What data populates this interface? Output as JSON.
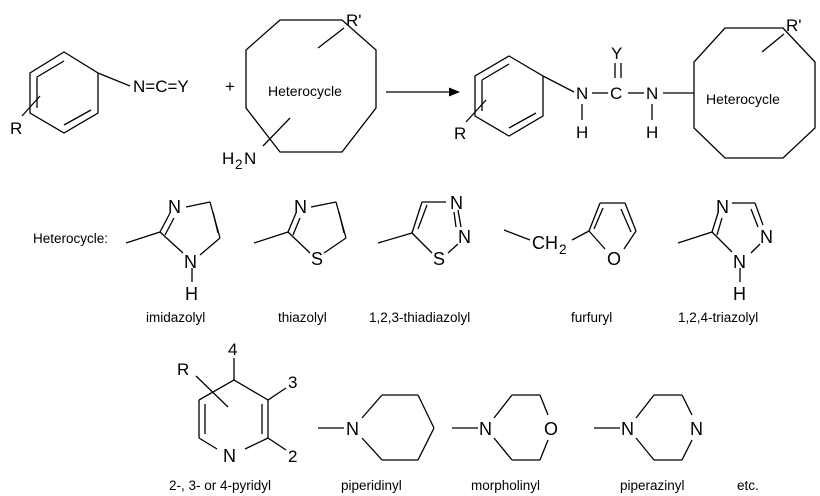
{
  "reaction": {
    "reactant_substituent": "R",
    "isocyanate": "N=C=Y",
    "plus": "+",
    "heterocycle_label": "Heterocycle",
    "ring_substituent": "R'",
    "amine_H": "H",
    "amine_sub": "2",
    "amine_N": "N"
  },
  "product": {
    "substituent": "R",
    "N_left": "N",
    "H_left": "H",
    "carbon": "C",
    "Y": "Y",
    "N_right": "N",
    "H_right": "H",
    "heterocycle_label": "Heterocycle",
    "ring_substituent": "R'"
  },
  "heterocycle_caption": "Heterocycle:",
  "heterocycles": [
    {
      "name": "imidazolyl",
      "atoms": [
        "N",
        "N",
        "H"
      ]
    },
    {
      "name": "thiazolyl",
      "atoms": [
        "N",
        "S"
      ]
    },
    {
      "name": "1,2,3-thiadiazolyl",
      "atoms": [
        "N",
        "N",
        "S"
      ]
    },
    {
      "name": "furfuryl",
      "atoms": [
        "CH",
        "2",
        "O"
      ]
    },
    {
      "name": "1,2,4-triazolyl",
      "atoms": [
        "N",
        "N",
        "N",
        "H"
      ]
    }
  ],
  "row3": [
    {
      "name": "2-, 3- or 4-pyridyl",
      "atoms": [
        "R",
        "4",
        "3",
        "N",
        "2"
      ]
    },
    {
      "name": "piperidinyl",
      "atoms": [
        "N"
      ]
    },
    {
      "name": "morpholinyl",
      "atoms": [
        "N",
        "O"
      ]
    },
    {
      "name": "piperazinyl",
      "atoms": [
        "N",
        "N"
      ]
    },
    {
      "name": "etc."
    }
  ]
}
